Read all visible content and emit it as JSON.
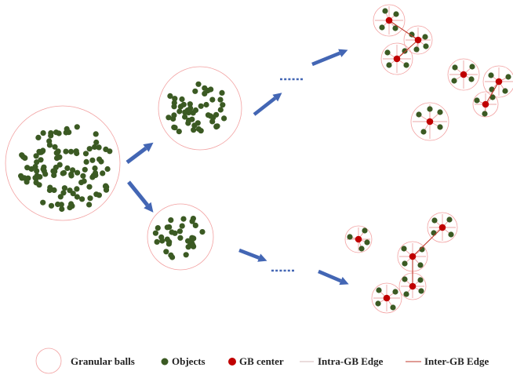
{
  "legend": {
    "granular_balls": "Granular balls",
    "objects": "Objects",
    "gb_center": "GB center",
    "intra_edge": "Intra-GB Edge",
    "inter_edge": "Inter-GB Edge"
  },
  "colors": {
    "object": "#3b5a23",
    "center": "#c00000",
    "ball": "#f2a0a0",
    "arrow": "#4366b4"
  }
}
